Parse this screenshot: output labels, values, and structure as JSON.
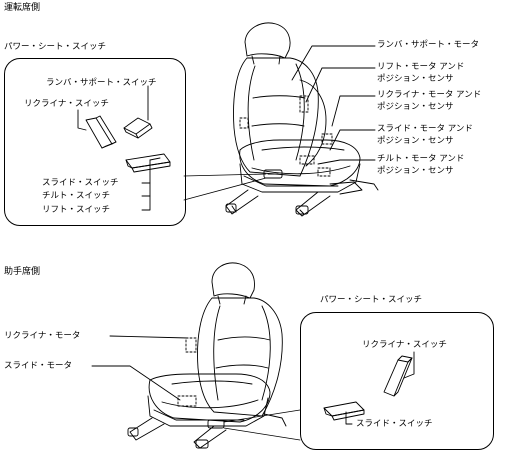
{
  "sections": {
    "driver_title": "運転席側",
    "passenger_title": "助手席側"
  },
  "driver": {
    "switch_box_title": "パワー・シート・スイッチ",
    "labels": {
      "lumbar_switch": "ランバ・サポート・スイッチ",
      "recliner_switch": "リクライナ・スイッチ",
      "slide_switch": "スライド・スイッチ",
      "tilt_switch": "チルト・スイッチ",
      "lift_switch": "リフト・スイッチ",
      "lumbar_motor": "ランバ・サポート・モータ",
      "lift_motor_sensor_1": "リフト・モータ アンド",
      "lift_motor_sensor_2": "ポジション・センサ",
      "recliner_motor_sensor_1": "リクライナ・モータ アンド",
      "recliner_motor_sensor_2": "ポジション・センサ",
      "slide_motor_sensor_1": "スライド・モータ アンド",
      "slide_motor_sensor_2": "ポジション・センサ",
      "tilt_motor_sensor_1": "チルト・モータ アンド",
      "tilt_motor_sensor_2": "ポジション・センサ"
    }
  },
  "passenger": {
    "switch_box_title": "パワー・シート・スイッチ",
    "labels": {
      "recliner_motor": "リクライナ・モータ",
      "slide_motor": "スライド・モータ",
      "recliner_switch": "リクライナ・スイッチ",
      "slide_switch": "スライド・スイッチ"
    }
  }
}
